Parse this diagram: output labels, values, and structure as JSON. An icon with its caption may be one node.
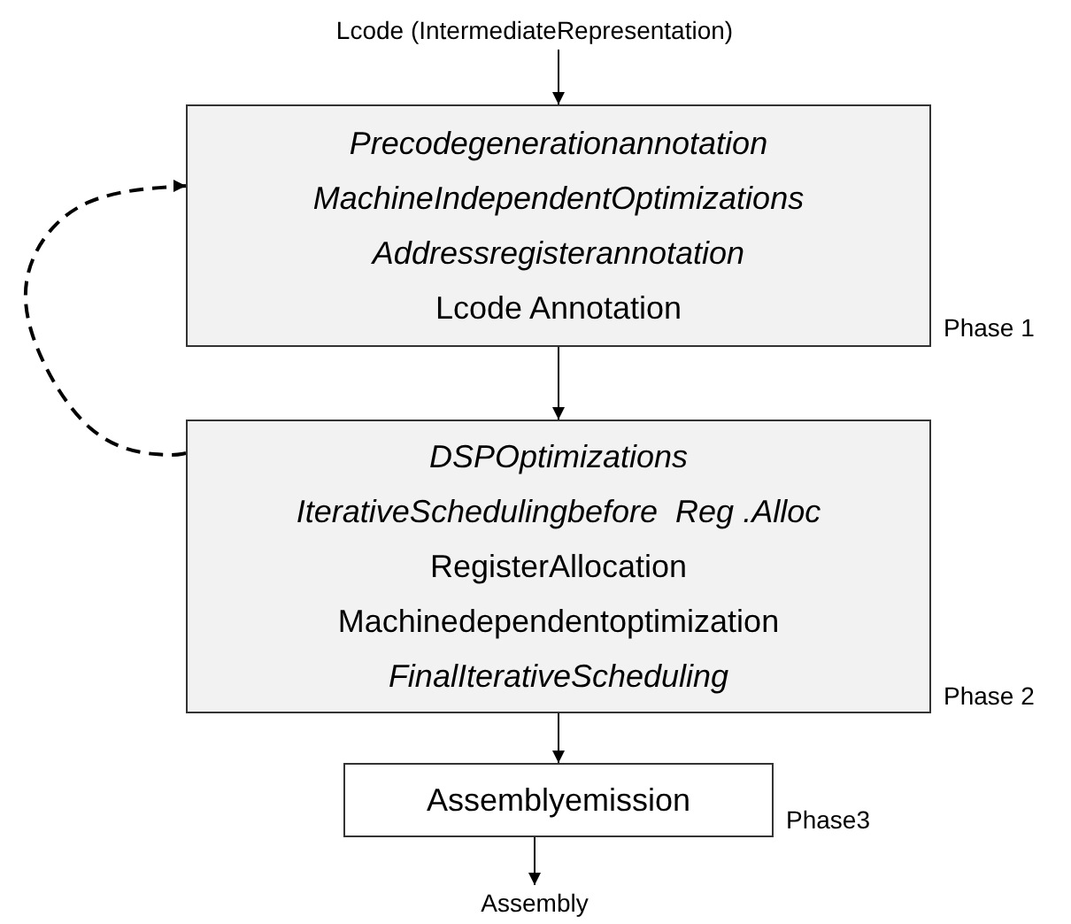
{
  "diagram": {
    "nodes": [
      {
        "text": [
          "Lcode (IntermediateRepresentation)"
        ]
      },
      {
        "text": [
          "*Precodegenerationannotation*",
          "*MachineIndependentOptimizations*",
          "*Addressregisterannotation*",
          "Lcode Annotation"
        ],
        "beside": [
          "Phase 1"
        ]
      },
      {
        "text": [
          "*DSPOptimizations*",
          "*IterativeSchedulingbefore  Reg .Alloc*",
          "RegisterAllocation",
          "Machinedependentoptimization",
          "*FinalIterativeScheduling*"
        ],
        "beside": [
          "Phase 2"
        ]
      },
      {
        "text": [
          "Assemblyemission"
        ],
        "beside": [
          "Phase3"
        ]
      },
      {
        "text": [
          "Assembly"
        ]
      }
    ],
    "edges": [
      {
        "from": 0,
        "to": 1,
        "arrow": "to"
      },
      {
        "from": 1,
        "to": 2,
        "arrow": "to"
      },
      {
        "from": 2,
        "to": 3,
        "arrow": "to"
      },
      {
        "from": 3,
        "to": 4,
        "arrow": "to"
      },
      {
        "from": 2,
        "to": 1,
        "arrow": "to",
        "style": "dashed"
      }
    ]
  }
}
